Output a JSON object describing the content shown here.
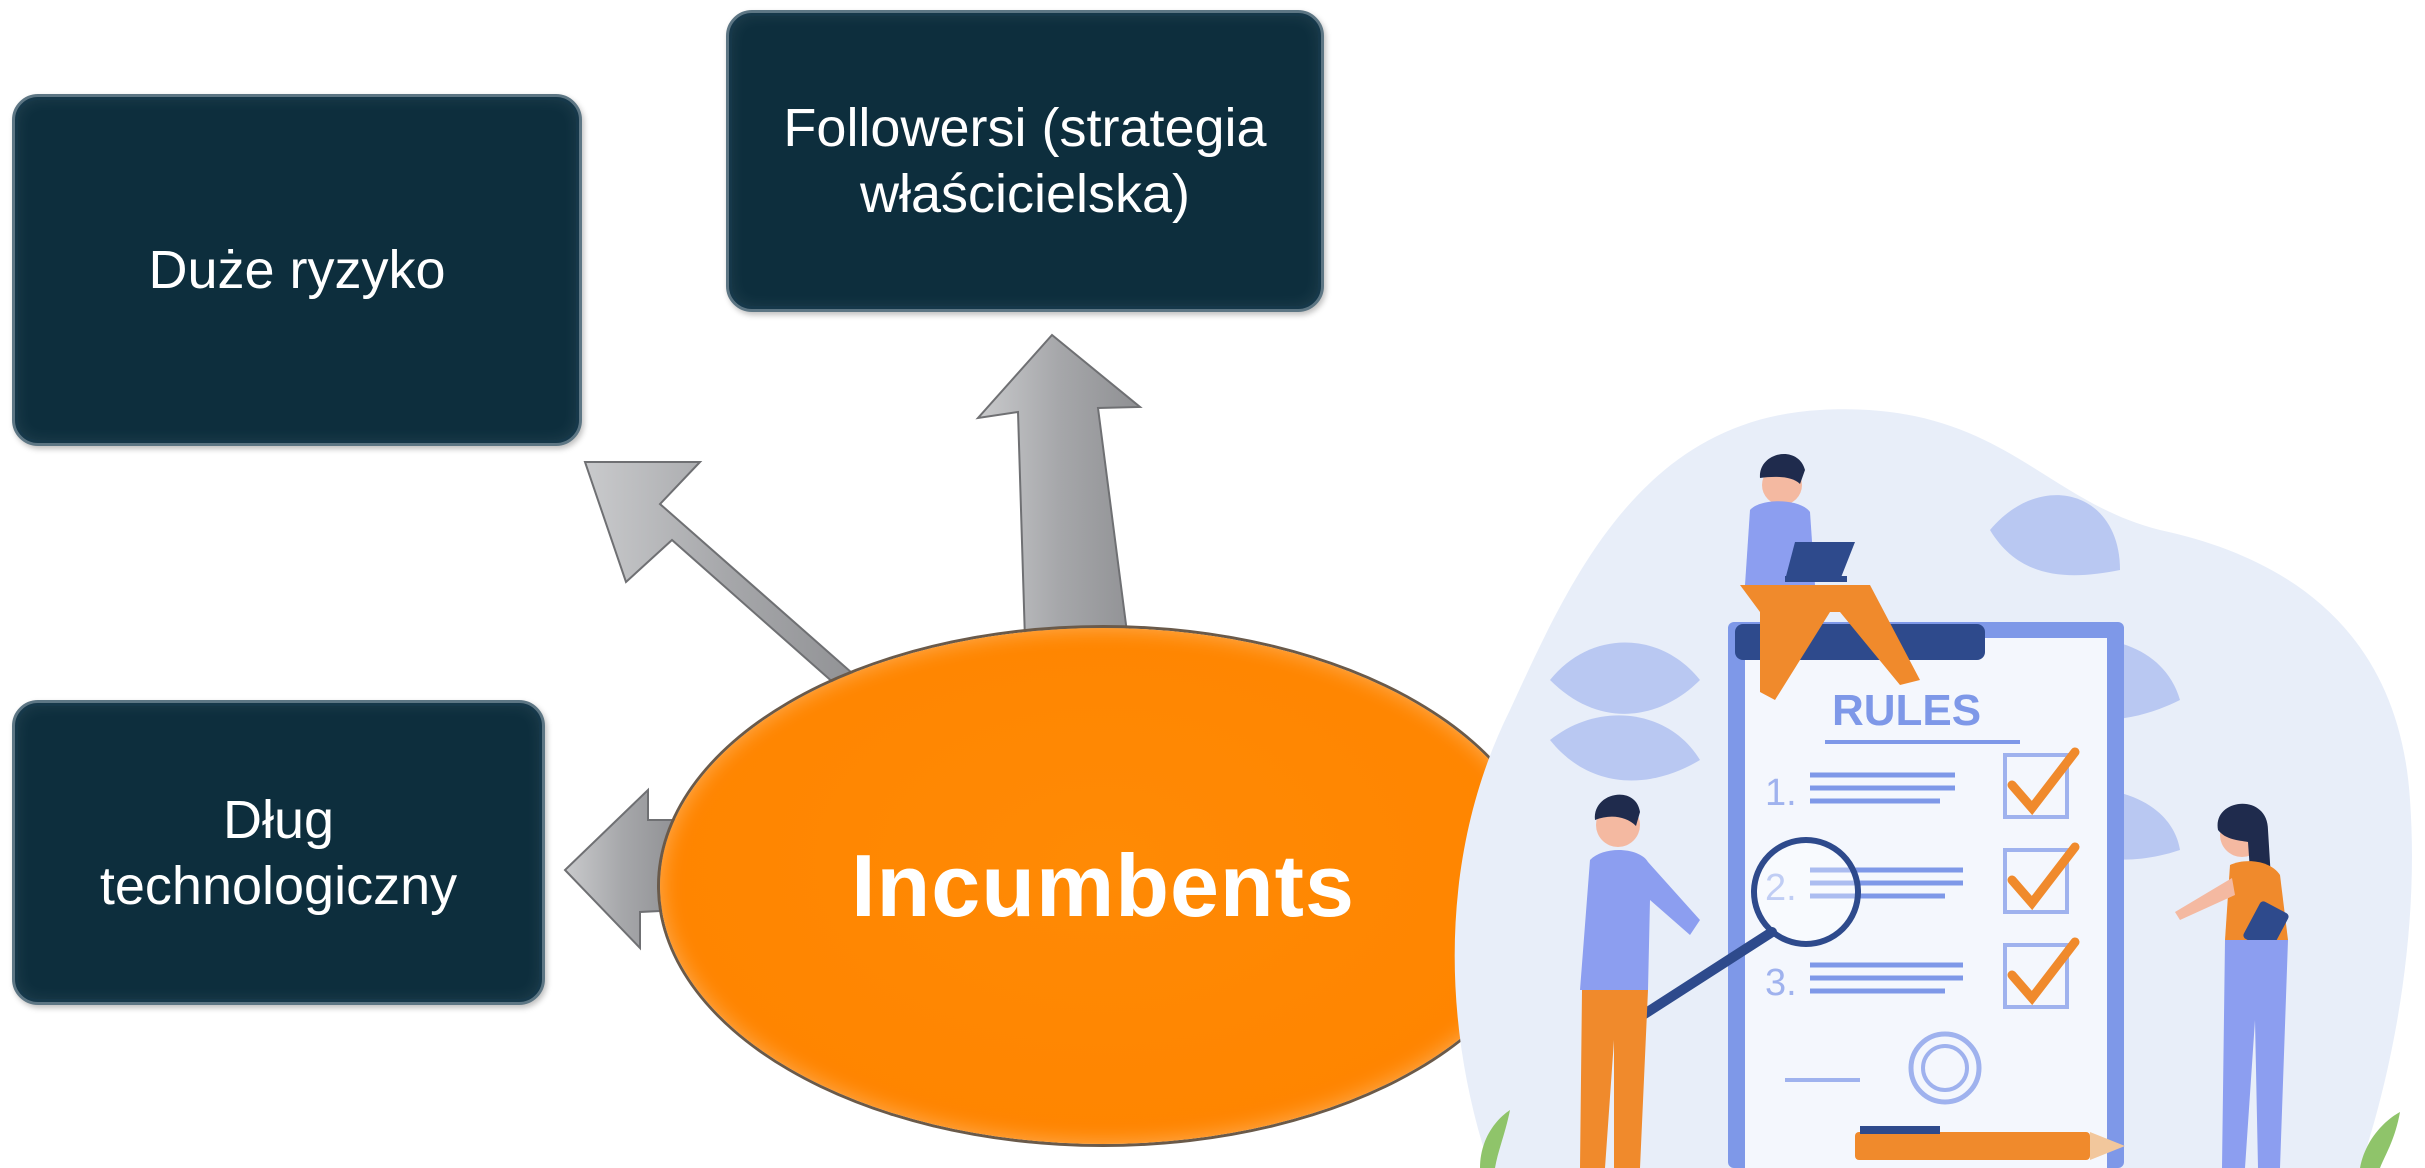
{
  "boxes": {
    "risk": "Duże ryzyko",
    "followers": "Followersi (strategia\nwłaścicielska)",
    "tech_debt": "Dług\ntechnologiczny"
  },
  "center": {
    "label": "Incumbents"
  },
  "illustration": {
    "title": "RULES",
    "items": [
      "1.",
      "2.",
      "3."
    ]
  },
  "colors": {
    "box_fill": "#0d2e3d",
    "ellipse_fill": "#ff8500",
    "arrow_fill": "#a9aaad",
    "illustration_blue": "#7e98e8",
    "illustration_orange": "#f08a2c"
  }
}
